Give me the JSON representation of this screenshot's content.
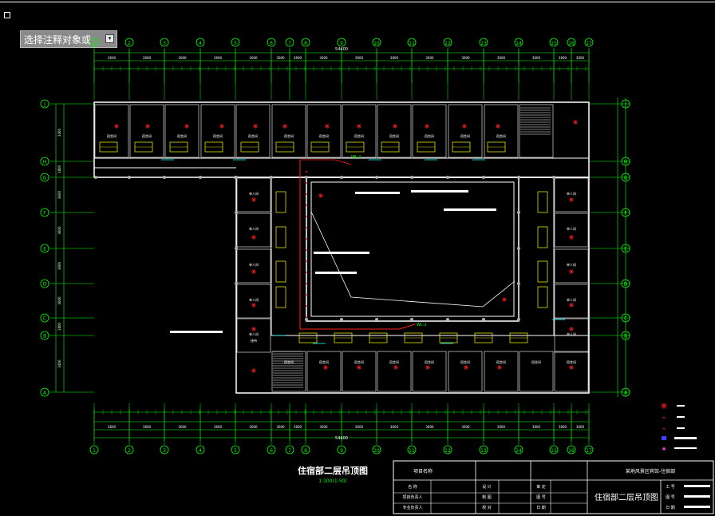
{
  "ui": {
    "prompt_text": "选择注释对象或",
    "prompt_button": "▾"
  },
  "drawing": {
    "title": "住宿部二层吊顶图",
    "scale": "1:100(1:50)",
    "column_axes": [
      "1",
      "2",
      "3",
      "4",
      "5",
      "6",
      "7",
      "8",
      "9",
      "10",
      "11",
      "12",
      "13",
      "14",
      "15",
      "16",
      "17"
    ],
    "row_axes": [
      "J",
      "H",
      "G",
      "F",
      "E",
      "D",
      "C",
      "B",
      "A"
    ],
    "total_dimension": "54400",
    "top_dims": [
      "3600",
      "3600",
      "3600",
      "3600",
      "3600",
      "3600",
      "3600",
      "3600",
      "3600",
      "3600",
      "3600",
      "3600",
      "3600",
      "3600",
      "3600",
      "3600"
    ],
    "bottom_dims": [
      "3600",
      "3600",
      "3600",
      "3600",
      "3600",
      "3600",
      "3600",
      "3600",
      "3600",
      "3600",
      "3600",
      "3600",
      "3600",
      "3600",
      "3600",
      "3600"
    ],
    "left_dims": [
      "3400",
      "1800",
      "3600",
      "3600",
      "3600",
      "3600",
      "1800",
      "3400"
    ],
    "room_labels": {
      "dorm": "宿舍间",
      "single": "单人间",
      "reception": "接待"
    },
    "annotation": "WL-1"
  },
  "title_block": {
    "project_label": "项目名称",
    "project_name": "某地风景区宾馆-住宿部",
    "drawing_name": "住宿部二层吊顶图",
    "row1": [
      "名 称",
      "设 计",
      "审 定"
    ],
    "row2": [
      "项目负责人",
      "制 图",
      "图 号"
    ],
    "row3": [
      "专业负责人",
      "校 对",
      "日 期"
    ],
    "side_labels": [
      "工 号",
      "图 号",
      "日 期"
    ]
  },
  "legend": {
    "items": [
      "ceiling-fan",
      "light",
      "point",
      "box",
      "line"
    ]
  },
  "colors": {
    "dim": "#00ff00",
    "wall": "#ffffff",
    "accent": "#ff2020",
    "axis": "#00ff00",
    "cyan": "#00ffff",
    "yellow": "#ffff00",
    "blue": "#4040ff",
    "magenta": "#ff40ff"
  }
}
